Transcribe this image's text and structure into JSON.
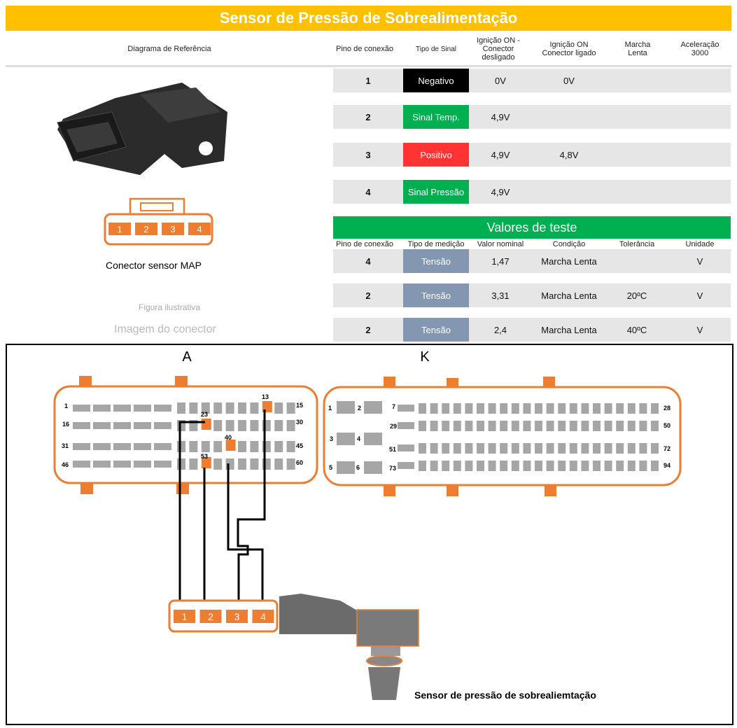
{
  "title": "Sensor de Pressão de Sobrealimentação",
  "header": {
    "ref": "Diagrama de Referência",
    "pin": "Pino de conexão",
    "tipo": "Tipo de Sinal",
    "ign_off": "Ignição ON - Conector desligado",
    "ign_on": "Ignição ON Conector ligado",
    "marcha": "Marcha Lenta",
    "acel": "Aceleração 3000"
  },
  "pins": [
    {
      "pin": "1",
      "tipo": "Negativo",
      "color": "#000000",
      "ign_off": "0V",
      "ign_on": "0V"
    },
    {
      "pin": "2",
      "tipo": "Sinal Temp.",
      "color": "#00B050",
      "ign_off": "4,9V",
      "ign_on": ""
    },
    {
      "pin": "3",
      "tipo": "Positivo",
      "color": "#FF3333",
      "ign_off": "4,9V",
      "ign_on": "4,8V"
    },
    {
      "pin": "4",
      "tipo": "Sinal Pressão",
      "color": "#00B050",
      "ign_off": "4,9V",
      "ign_on": ""
    }
  ],
  "test": {
    "title": "Valores de teste",
    "headers": {
      "pin": "Pino de conexão",
      "tipo": "Tipo de medição",
      "nominal": "Valor nominal",
      "cond": "Condição",
      "tol": "Tolerância",
      "unit": "Unidade"
    },
    "rows": [
      {
        "pin": "4",
        "tipo": "Tensão",
        "nominal": "1,47",
        "cond": "Marcha Lenta",
        "tol": "",
        "unit": "V"
      },
      {
        "pin": "2",
        "tipo": "Tensão",
        "nominal": "3,31",
        "cond": "Marcha Lenta",
        "tol": "20ºC",
        "unit": "V"
      },
      {
        "pin": "2",
        "tipo": "Tensão",
        "nominal": "2,4",
        "cond": "Marcha Lenta",
        "tol": "40ºC",
        "unit": "V"
      }
    ]
  },
  "left": {
    "connector_pins": [
      "1",
      "2",
      "3",
      "4"
    ],
    "caption": "Conector sensor MAP",
    "fig": "Figura ilustrativa",
    "img": "Imagem do conector"
  },
  "diagram": {
    "label_a": "A",
    "label_k": "K",
    "a_labels": [
      "1",
      "15",
      "16",
      "30",
      "31",
      "45",
      "46",
      "60"
    ],
    "a_used": [
      "13",
      "23",
      "40",
      "53"
    ],
    "k_labels": [
      "1",
      "2",
      "3",
      "4",
      "5",
      "6",
      "7",
      "28",
      "29",
      "50",
      "51",
      "72",
      "73",
      "94"
    ],
    "plug_pins": [
      "1",
      "2",
      "3",
      "4"
    ],
    "sensor_caption": "Sensor de pressão de sobrealiemtação"
  },
  "colors": {
    "orange": "#ED7D31",
    "yellow": "#FFC000",
    "green": "#00B050",
    "slate": "#8497B0"
  }
}
